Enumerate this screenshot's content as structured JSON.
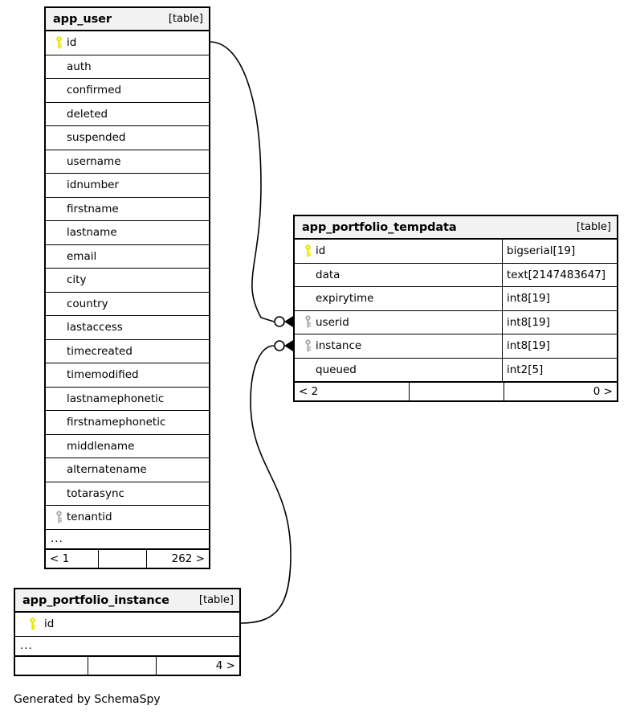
{
  "diagram": {
    "caption": "Generated by SchemaSpy",
    "table_tag": "[table]",
    "ellipsis": "...",
    "colors": {
      "primary_key_icon": "#e8e800",
      "foreign_key_icon": "#b0b0b0",
      "header_background": "#f2f2f2",
      "border": "#000000",
      "background": "#ffffff"
    }
  },
  "tables": [
    {
      "name": "app_user",
      "tag": "[table]",
      "columns": [
        {
          "name": "id",
          "key": "primary",
          "type": ""
        },
        {
          "name": "auth",
          "key": "none",
          "type": ""
        },
        {
          "name": "confirmed",
          "key": "none",
          "type": ""
        },
        {
          "name": "deleted",
          "key": "none",
          "type": ""
        },
        {
          "name": "suspended",
          "key": "none",
          "type": ""
        },
        {
          "name": "username",
          "key": "none",
          "type": ""
        },
        {
          "name": "idnumber",
          "key": "none",
          "type": ""
        },
        {
          "name": "firstname",
          "key": "none",
          "type": ""
        },
        {
          "name": "lastname",
          "key": "none",
          "type": ""
        },
        {
          "name": "email",
          "key": "none",
          "type": ""
        },
        {
          "name": "city",
          "key": "none",
          "type": ""
        },
        {
          "name": "country",
          "key": "none",
          "type": ""
        },
        {
          "name": "lastaccess",
          "key": "none",
          "type": ""
        },
        {
          "name": "timecreated",
          "key": "none",
          "type": ""
        },
        {
          "name": "timemodified",
          "key": "none",
          "type": ""
        },
        {
          "name": "lastnamephonetic",
          "key": "none",
          "type": ""
        },
        {
          "name": "firstnamephonetic",
          "key": "none",
          "type": ""
        },
        {
          "name": "middlename",
          "key": "none",
          "type": ""
        },
        {
          "name": "alternatename",
          "key": "none",
          "type": ""
        },
        {
          "name": "totarasync",
          "key": "none",
          "type": ""
        },
        {
          "name": "tenantid",
          "key": "foreign",
          "type": ""
        }
      ],
      "has_ellipsis_row": true,
      "footer": {
        "left": "< 1",
        "middle": "",
        "right": "262 >"
      }
    },
    {
      "name": "app_portfolio_tempdata",
      "tag": "[table]",
      "columns": [
        {
          "name": "id",
          "key": "primary",
          "type": "bigserial[19]"
        },
        {
          "name": "data",
          "key": "none",
          "type": "text[2147483647]"
        },
        {
          "name": "expirytime",
          "key": "none",
          "type": "int8[19]"
        },
        {
          "name": "userid",
          "key": "foreign",
          "type": "int8[19]"
        },
        {
          "name": "instance",
          "key": "foreign",
          "type": "int8[19]"
        },
        {
          "name": "queued",
          "key": "none",
          "type": "int2[5]"
        }
      ],
      "has_ellipsis_row": false,
      "footer": {
        "left": "< 2",
        "middle": "",
        "right": "0 >"
      }
    },
    {
      "name": "app_portfolio_instance",
      "tag": "[table]",
      "columns": [
        {
          "name": "id",
          "key": "primary",
          "type": ""
        }
      ],
      "has_ellipsis_row": true,
      "footer": {
        "left": "",
        "middle": "",
        "right": "4 >"
      }
    }
  ],
  "relationships": [
    {
      "from_table": "app_user",
      "from_column": "id",
      "to_table": "app_portfolio_tempdata",
      "to_column": "userid",
      "cardinality": "zero-or-many"
    },
    {
      "from_table": "app_portfolio_instance",
      "from_column": "id",
      "to_table": "app_portfolio_tempdata",
      "to_column": "instance",
      "cardinality": "zero-or-many"
    }
  ]
}
